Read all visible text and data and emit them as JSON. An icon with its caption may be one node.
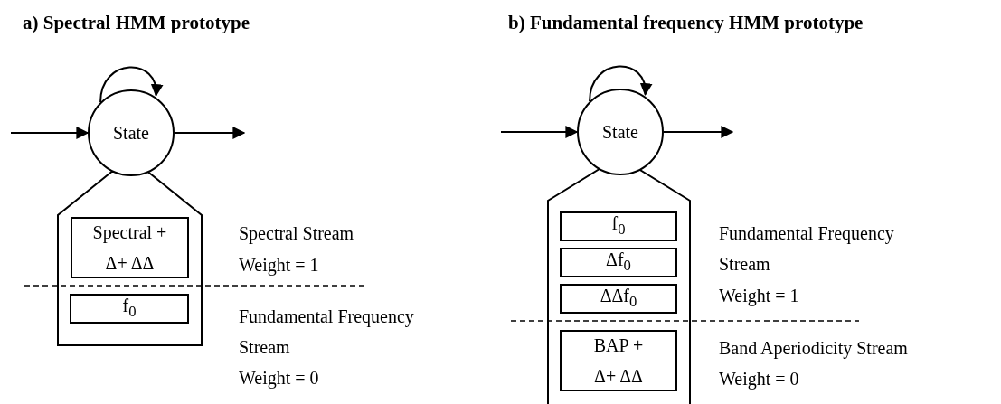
{
  "diagram": {
    "nodes": [
      {
        "text": [
          "State"
        ]
      },
      {
        "text": [],
        "shape": "box"
      },
      {
        "text": [
          "Spectral + Δ+ ΔΔ"
        ],
        "in": 1
      },
      {
        "text": [
          "f$_{0}$"
        ],
        "in": 1
      },
      {
        "text": [
          "State"
        ]
      },
      {
        "text": [],
        "shape": "box"
      },
      {
        "text": [
          "f$_{0}$"
        ],
        "in": 5
      },
      {
        "text": [
          "Δf$_{0}$"
        ],
        "in": 5
      },
      {
        "text": [
          "ΔΔf$_{0}$"
        ],
        "in": 5
      },
      {
        "text": [
          "BAP + Δ+ ΔΔ"
        ],
        "in": 5
      }
    ],
    "edges": [
      {
        "from": null,
        "to": 0,
        "arrow": "to"
      },
      {
        "from": 0,
        "to": null,
        "arrow": "to"
      },
      {
        "from": 0,
        "to": 0,
        "arrow": "to"
      },
      {
        "from": null,
        "to": 4,
        "arrow": "to"
      },
      {
        "from": 4,
        "to": null,
        "arrow": "to"
      },
      {
        "from": 4,
        "to": 4,
        "arrow": "to"
      }
    ],
    "labels": [
      "a) Spectral HMM prototype",
      "b) Fundamental frequency HMM prototype",
      "Spectral Stream",
      "Weight = 1",
      "Fundamental Frequency Stream",
      "Weight = 0",
      "Fundamental Frequency Stream",
      "Weight = 1",
      "Band Aperiodicity Stream",
      "Weight = 0"
    ]
  }
}
